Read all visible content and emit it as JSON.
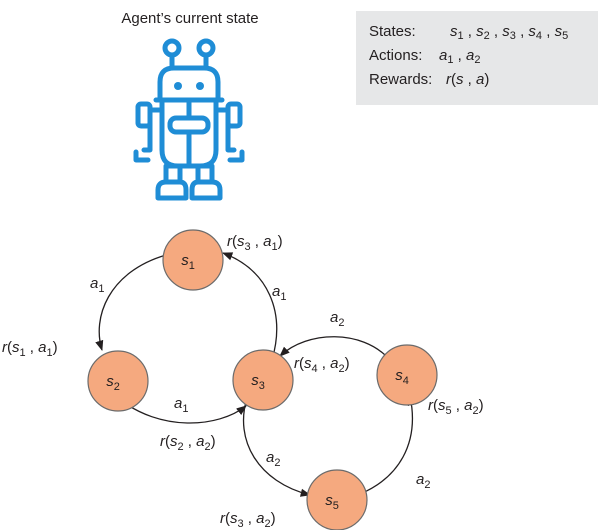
{
  "agent": {
    "caption": "Agent’s current state",
    "icon": "robot-icon",
    "color": "#1f8dd6"
  },
  "legend": {
    "states_key": "States:",
    "actions_key": "Actions:",
    "rewards_key": "Rewards:",
    "states": [
      "s1",
      "s2",
      "s3",
      "s4",
      "s5"
    ],
    "actions": [
      "a1",
      "a2"
    ],
    "reward_fn": "r(s , a)"
  },
  "graph": {
    "node_color": "#f5a97f",
    "nodes": [
      "s1",
      "s2",
      "s3",
      "s4",
      "s5"
    ],
    "edges": [
      {
        "from": "s1",
        "to": "s2",
        "action": "a1",
        "reward": "r(s1 , a1)"
      },
      {
        "from": "s2",
        "to": "s3",
        "action": "a1",
        "reward": "r(s2 , a2)"
      },
      {
        "from": "s3",
        "to": "s1",
        "action": "a1",
        "reward": "r(s3 , a1)"
      },
      {
        "from": "s4",
        "to": "s3",
        "action": "a2",
        "reward": "r(s4 , a2)"
      },
      {
        "from": "s3",
        "to": "s5",
        "action": "a2",
        "reward": "r(s3 , a2)"
      },
      {
        "from": "s5",
        "to": "s4",
        "action": "a2",
        "reward": "r(s5 , a2)"
      }
    ]
  }
}
